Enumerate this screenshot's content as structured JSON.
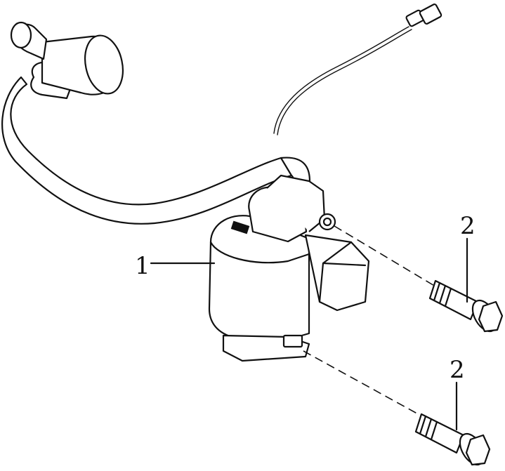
{
  "callouts": {
    "ignition_coil": "1",
    "bolt_upper": "2",
    "bolt_lower": "2"
  }
}
